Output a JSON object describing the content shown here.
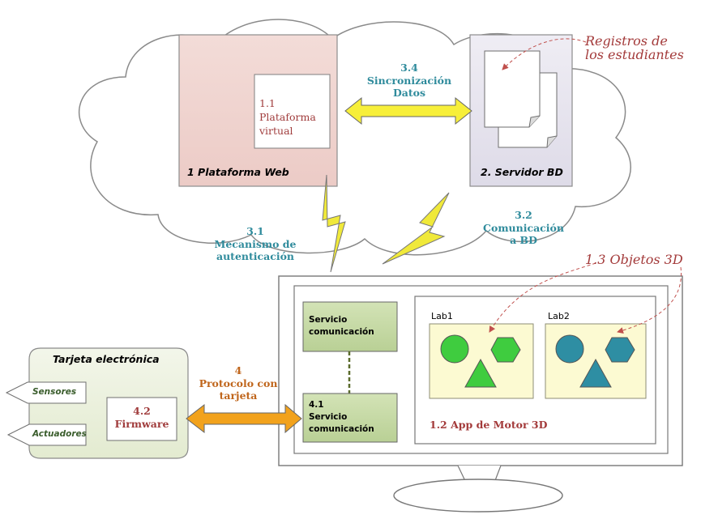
{
  "cloud": {
    "web_platform": {
      "number_title": "1 Plataforma Web"
    },
    "virtual_platform": {
      "number": "1.1",
      "text": "Plataforma\nvirtual"
    },
    "db_server": {
      "title": "2. Servidor BD"
    },
    "student_records_note": "Registros de\nlos estudiantes",
    "sync": {
      "number": "3.4",
      "text": "Sincronización\nDatos"
    }
  },
  "links": {
    "auth": {
      "number": "3.1",
      "text": "Mecanismo de\nautenticación"
    },
    "db_comm": {
      "number": "3.2",
      "text": "Comunicación\na BD"
    },
    "card_protocol": {
      "number": "4",
      "text": "Protocolo con\ntarjeta"
    }
  },
  "card": {
    "title": "Tarjeta electrónica",
    "sensors": "Sensores",
    "actuators": "Actuadores",
    "firmware": {
      "number": "4.2",
      "text": "Firmware"
    }
  },
  "monitor": {
    "service_top": "Servicio\ncomunicación",
    "service_bottom": {
      "number": "4.1",
      "text": "Servicio\ncomunicación"
    },
    "engine_app": "1.2 App de Motor 3D",
    "lab1": "Lab1",
    "lab2": "Lab2",
    "objects_note": "1.3 Objetos 3D"
  },
  "colors": {
    "web_fill": "#f2d9d6",
    "db_fill": "#e8e5ef",
    "card_fill": "#eef2e2",
    "service_fill": "#c7d9a6",
    "lab_fill": "#fcfad2",
    "green_shape": "#3fcc3f",
    "teal_shape": "#2e8ea3",
    "teal_text": "#2f8b9c",
    "orange_text": "#c0661c",
    "sync_arrow": "#f7ef3a",
    "card_arrow": "#f2a21c",
    "bolt": "#f0e93a"
  }
}
